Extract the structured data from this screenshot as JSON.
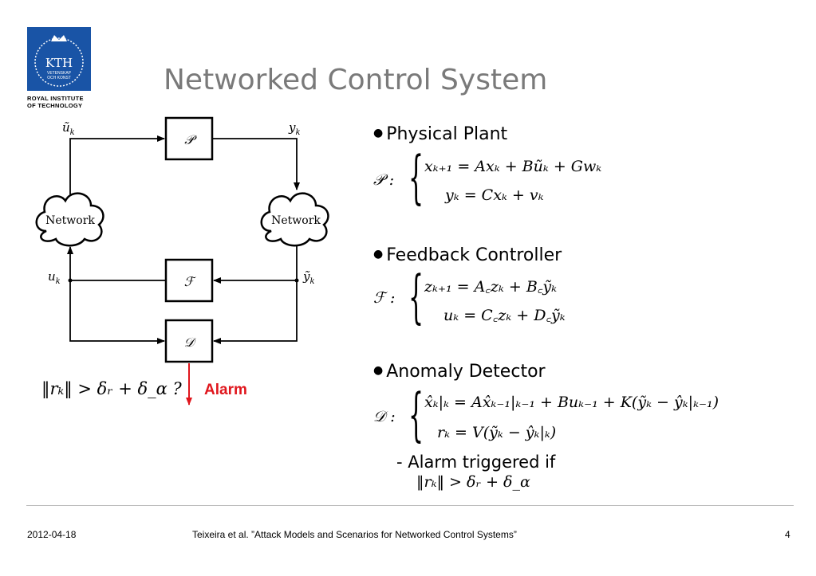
{
  "logo": {
    "text": "KTH",
    "sub1": "VETENSKAP",
    "sub2": "OCH KONST",
    "line1": "ROYAL INSTITUTE",
    "line2": "OF TECHNOLOGY",
    "color": "#1954a6"
  },
  "slide": {
    "title": "Networked Control System"
  },
  "diagram": {
    "plant": "𝒫",
    "controller": "ℱ",
    "detector": "𝒟",
    "network_left": "Network",
    "network_right": "Network",
    "u_tilde": "ũ",
    "y": "y",
    "u": "u",
    "y_tilde": "ỹ",
    "sub_k": "k",
    "alarm": "Alarm",
    "residual_test": "‖rₖ‖ > δᵣ + δ_α ?",
    "alarm_color": "#e0161d"
  },
  "sections": [
    {
      "heading": "Physical Plant",
      "symbol": "𝒫 :",
      "eq1": "xₖ₊₁ = Axₖ + Bũₖ + Gwₖ",
      "eq2": "yₖ = Cxₖ + vₖ"
    },
    {
      "heading": "Feedback Controller",
      "symbol": "ℱ :",
      "eq1": "zₖ₊₁ = A꜀zₖ + B꜀ỹₖ",
      "eq2": "uₖ = C꜀zₖ + D꜀ỹₖ"
    },
    {
      "heading": "Anomaly Detector",
      "symbol": "𝒟 :",
      "eq1": "x̂ₖ|ₖ = Ax̂ₖ₋₁|ₖ₋₁ + Buₖ₋₁ + K(ỹₖ − ŷₖ|ₖ₋₁)",
      "eq2": "rₖ = V(ỹₖ − ŷₖ|ₖ)"
    }
  ],
  "alarm_note": {
    "text": "- Alarm triggered if",
    "condition": "‖rₖ‖ > δᵣ + δ_α"
  },
  "footer": {
    "date": "2012-04-18",
    "citation": "Teixeira et al. ”Attack Models and Scenarios for Networked Control Systems”",
    "page": "4"
  }
}
